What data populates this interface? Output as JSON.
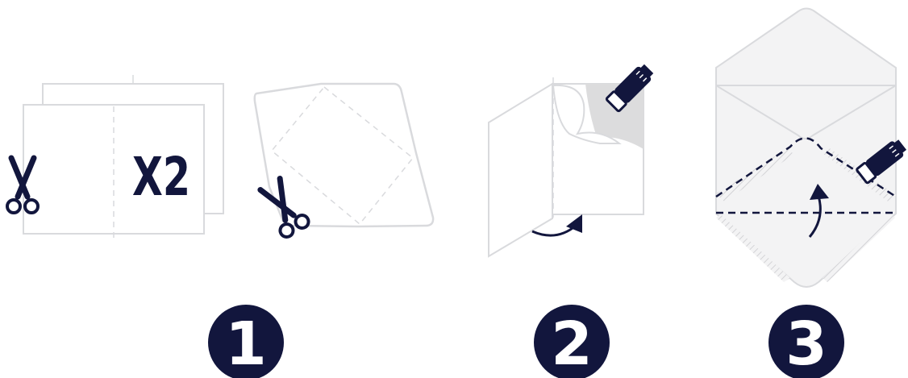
{
  "multiplier_label": "X2",
  "steps": [
    {
      "number": "1"
    },
    {
      "number": "2"
    },
    {
      "number": "3"
    }
  ],
  "colors": {
    "ink": "#12163d",
    "paper_outline": "#d9dadd",
    "dashed": "#d9dadd",
    "fill": "#f3f3f4",
    "peel": "#dcdcdd"
  },
  "icons": [
    "scissors-icon",
    "glue-stick-icon",
    "curved-arrow-icon"
  ]
}
